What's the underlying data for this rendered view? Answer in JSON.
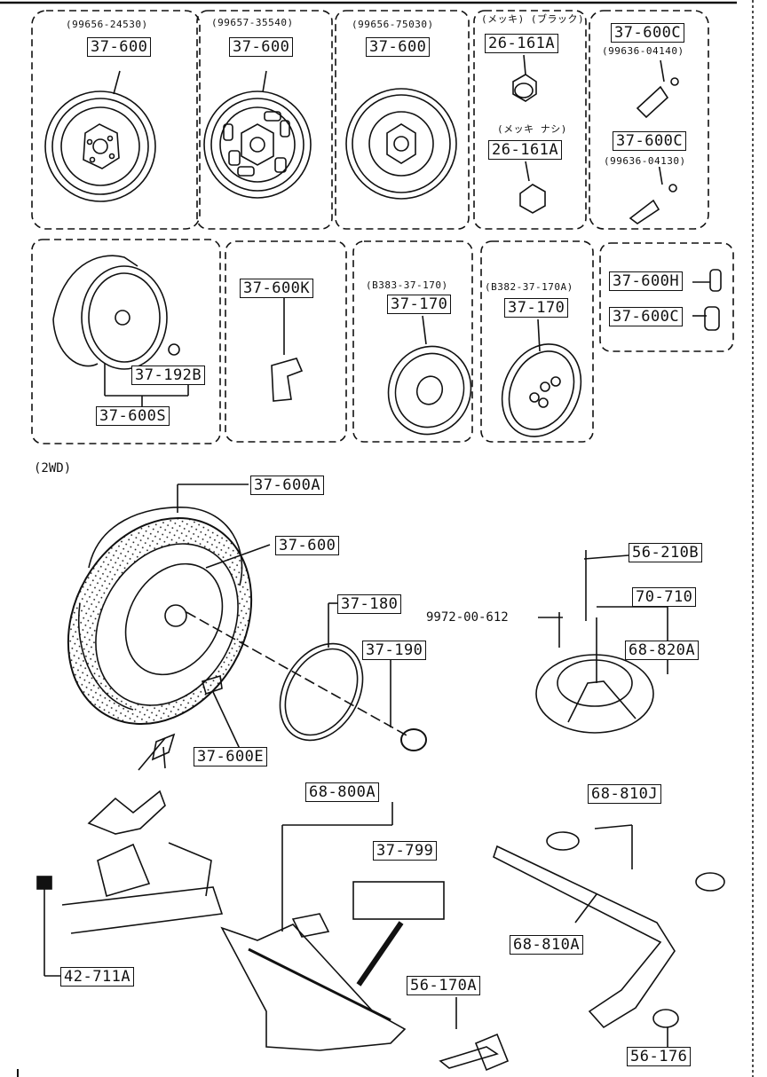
{
  "panels": {
    "p1": {
      "sub": "(99656-24530)",
      "part": "37-600"
    },
    "p2": {
      "sub": "(99657-35540)",
      "part": "37-600"
    },
    "p3": {
      "sub": "(99656-75030)",
      "part": "37-600"
    },
    "p4": {
      "sub1": "(メッキ) (ブラック)",
      "part1": "26-161A",
      "sub2": "(メッキ ナシ)",
      "part2": "26-161A"
    },
    "p5": {
      "part1": "37-600C",
      "sub1": "(99636-04140)",
      "part2": "37-600C",
      "sub2": "(99636-04130)"
    },
    "p6": {
      "part1": "37-192B",
      "part2": "37-600S"
    },
    "p7": {
      "part": "37-600K"
    },
    "p8": {
      "sub": "(B383-37-170)",
      "part": "37-170"
    },
    "p9": {
      "sub": "(B382-37-170A)",
      "part": "37-170"
    },
    "p10": {
      "part1": "37-600H",
      "part2": "37-600C"
    }
  },
  "section_label": "(2WD)",
  "callouts": {
    "tire": "37-600A",
    "wheel": "37-600",
    "spacer": "37-180",
    "hub_plate": "37-190",
    "clip": "37-600E",
    "bolt": "56-210B",
    "bracket": "70-710",
    "holder": "68-820A",
    "nut_plain": "9972-00-612",
    "jack_set": "68-800A",
    "caution_label": "37-799",
    "handle_set": "68-810J",
    "handle": "68-810A",
    "bar": "56-170A",
    "cap": "56-176",
    "rubber": "42-711A"
  }
}
